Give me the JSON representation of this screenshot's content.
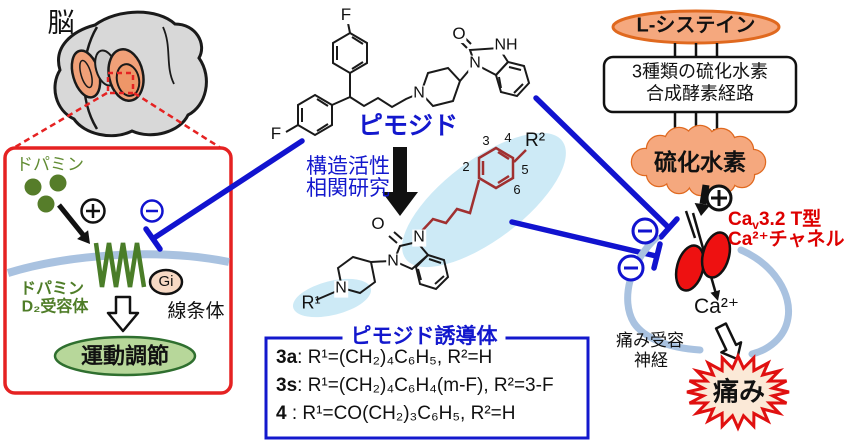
{
  "palette": {
    "inhibition_blue": "#1113cf",
    "box_red": "#e52222",
    "dopamine_green": "#4f7d28",
    "salmon_fill": "#f5a87e",
    "salmon_border": "#e0691f",
    "channel_red": "#ee1111",
    "red_text": "#dd0000",
    "highlight_blue": "#cdeaf6",
    "membrane_blue": "#a9c2e0",
    "motor_green_fill": "#b7d79a"
  },
  "brain": {
    "label": "脳"
  },
  "striatum_panel": {
    "dopamine_label": "ドパミン",
    "receptor_label_line1": "ドパミン",
    "receptor_label_line2": "D₂受容体",
    "gi_label": "Gi",
    "striatum_label": "線条体",
    "motor_label": "運動調節"
  },
  "pimozide": {
    "name": "ピモジド",
    "atoms": {
      "f_top": "F",
      "f_bottom": "F",
      "o": "O",
      "nh": "NH",
      "n1": "N",
      "n_pip": "N"
    }
  },
  "sar": {
    "line1": "構造活性",
    "line2": "相関研究"
  },
  "derivative_structure": {
    "atoms": {
      "o": "O",
      "n_top": "N",
      "n_bottom": "N",
      "n_pip": "N",
      "r1": "R¹",
      "r2": "R²"
    },
    "ring_numbers": [
      "2",
      "3",
      "4",
      "5",
      "6"
    ]
  },
  "derivative_box": {
    "title": "ピモジド誘導体",
    "rows": [
      {
        "label": "3a",
        "sep": ": ",
        "formula": "R¹=(CH₂)₄C₆H₅, R²=H"
      },
      {
        "label": "3s",
        "sep": ": ",
        "formula": "R¹=(CH₂)₄C₆H₄(m-F), R²=3-F"
      },
      {
        "label": "4",
        "sep": " : ",
        "formula": "R¹=CO(CH₂)₃C₆H₅, R²=H"
      }
    ]
  },
  "h2s_pathway": {
    "cysteine": "L-システイン",
    "enzyme_line1": "3種類の硫化水素",
    "enzyme_line2": "合成酵素経路",
    "h2s": "硫化水素",
    "channel_label_ca": "Ca",
    "channel_label_sub": "v",
    "channel_label_rest": "3.2 T型",
    "channel_label_line2": "Ca²⁺チャネル",
    "ca_ion": "Ca²⁺",
    "nerve_line1": "痛み受容",
    "nerve_line2": "神経",
    "pain": "痛み"
  }
}
